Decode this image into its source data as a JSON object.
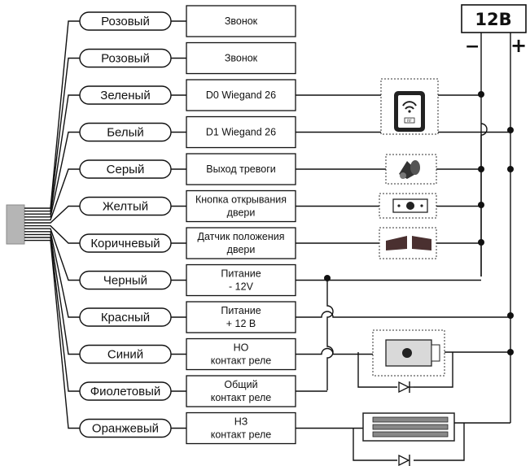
{
  "power_supply": {
    "label": "12В",
    "minus": "−",
    "plus": "+"
  },
  "wires": [
    {
      "color_name": "Розовый",
      "function": [
        "Звонок"
      ]
    },
    {
      "color_name": "Розовый",
      "function": [
        "Звонок"
      ]
    },
    {
      "color_name": "Зеленый",
      "function": [
        "D0 Wiegand 26"
      ]
    },
    {
      "color_name": "Белый",
      "function": [
        "D1  Wiegand 26"
      ]
    },
    {
      "color_name": "Серый",
      "function": [
        "Выход тревоги"
      ]
    },
    {
      "color_name": "Желтый",
      "function": [
        "Кнопка открывания",
        "двери"
      ]
    },
    {
      "color_name": "Коричневый",
      "function": [
        "Датчик положения",
        "двери"
      ]
    },
    {
      "color_name": "Черный",
      "function": [
        "Питание",
        "- 12V"
      ]
    },
    {
      "color_name": "Красный",
      "function": [
        "Питание",
        "+ 12 В"
      ]
    },
    {
      "color_name": "Синий",
      "function": [
        "НО",
        "контакт реле"
      ]
    },
    {
      "color_name": "Фиолетовый",
      "function": [
        "Общий",
        "контакт реле"
      ]
    },
    {
      "color_name": "Оранжевый",
      "function": [
        "НЗ",
        "контакт реле"
      ]
    }
  ],
  "devices": {
    "reader_icon": "card-reader-icon",
    "reader_sublabel": "RF",
    "siren_icon": "siren-icon",
    "exit_button_icon": "exit-button-icon",
    "door_sensor_icon": "door-sensor-icon",
    "lock_no_icon": "electromagnetic-lock-icon",
    "lock_nc_icon": "electromagnetic-strike-icon",
    "diode_icon": "diode-icon"
  }
}
